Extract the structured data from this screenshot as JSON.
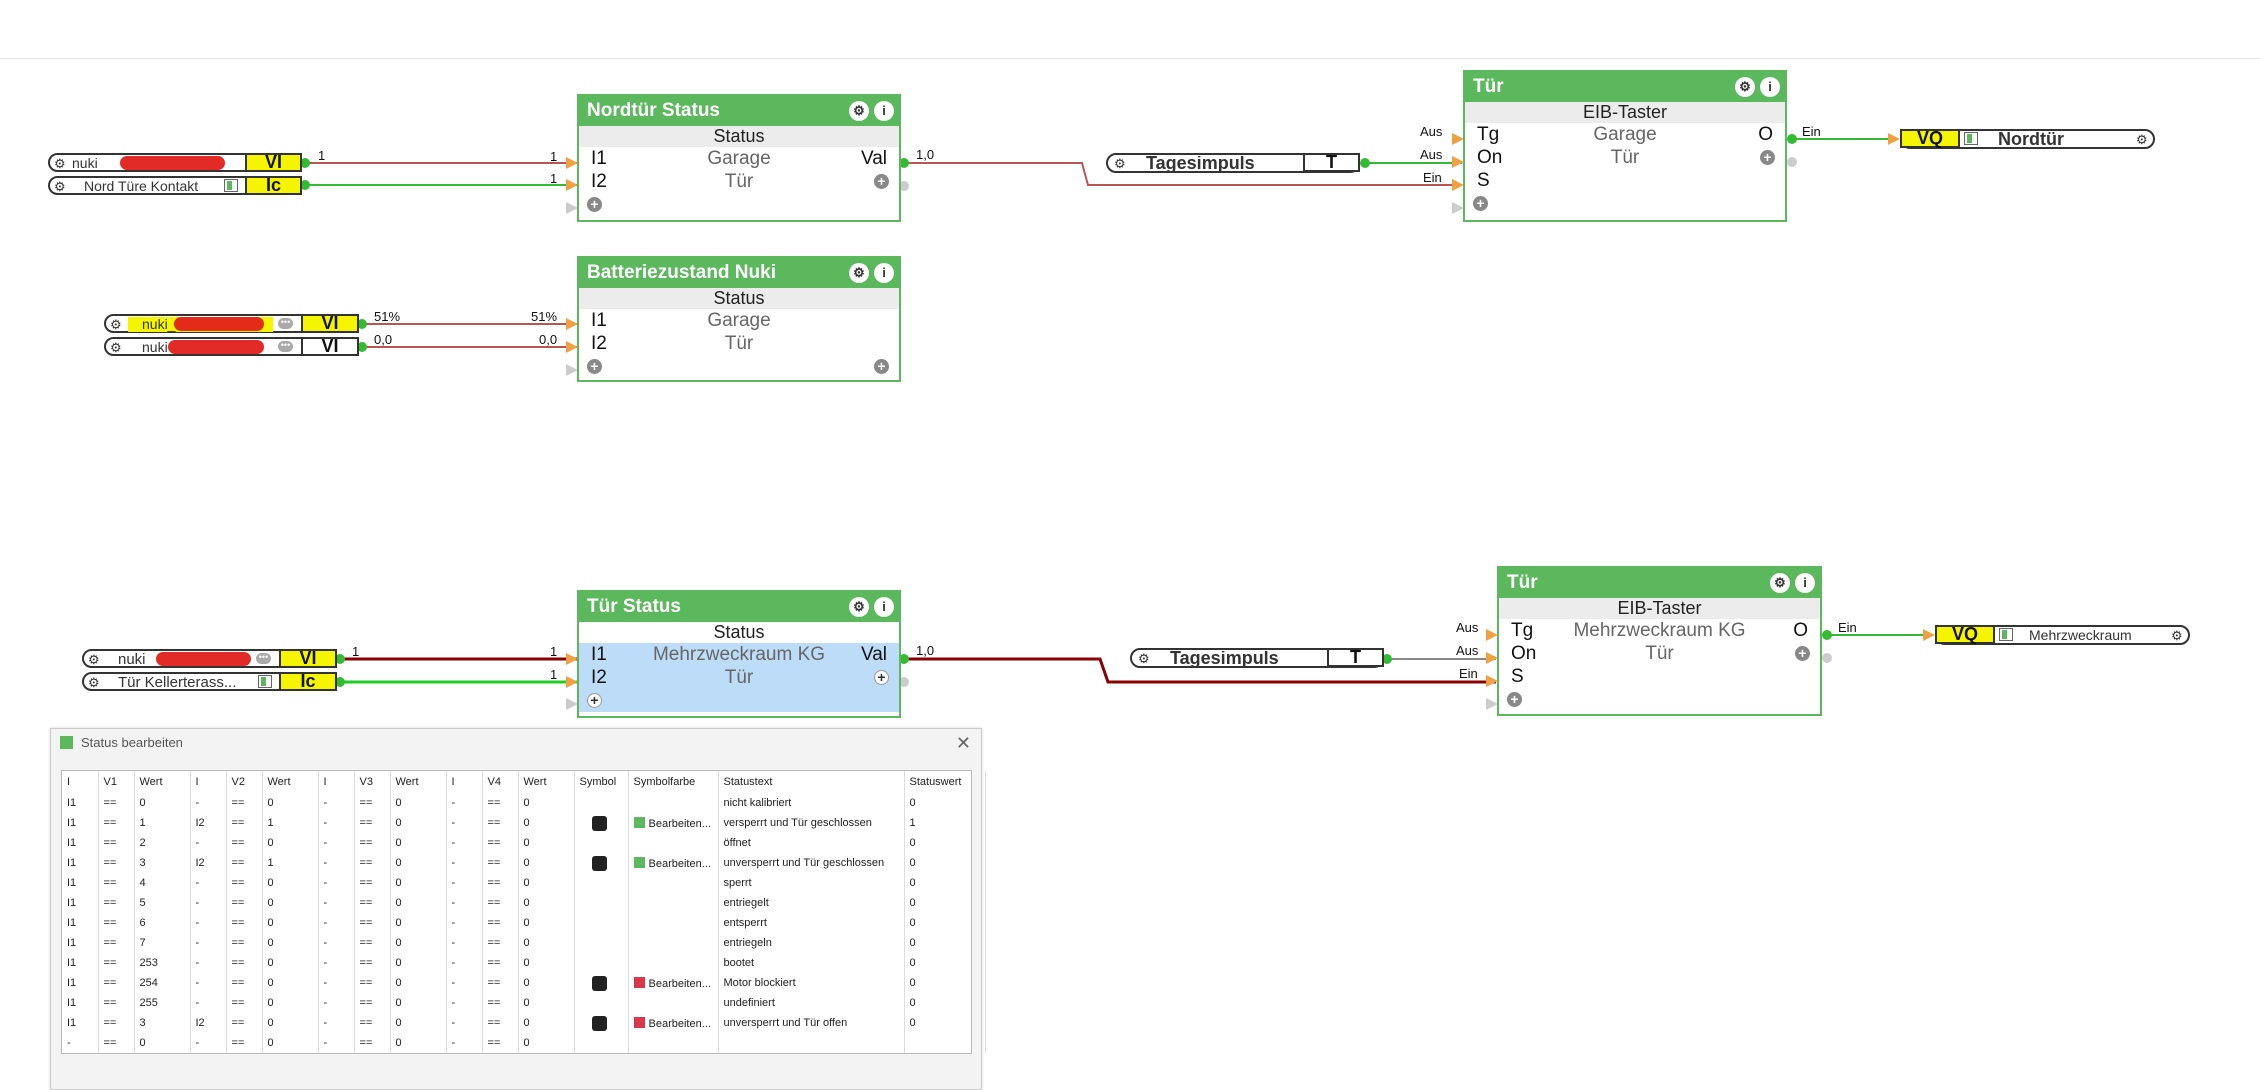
{
  "wires": {
    "l1": "1",
    "l10": "1,0",
    "aus": "Aus",
    "ein": "Ein",
    "p51": "51%",
    "z00": "0,0"
  },
  "inputs": {
    "top1": {
      "name": "nuki_",
      "tag": "VI"
    },
    "top2": {
      "name": "Nord Türe Kontakt",
      "tag": "Ic"
    },
    "bat1": {
      "name": "nuki_",
      "tag": "VI"
    },
    "bat2": {
      "name": "nuki_",
      "tag": "VI"
    },
    "bot1": {
      "name": "nuki_",
      "tag": "VI"
    },
    "bot2": {
      "name": "Tür  Kellerterass...",
      "tag": "Ic"
    }
  },
  "tagesimpuls": {
    "name": "Tagesimpuls",
    "tag": "T"
  },
  "blocks": {
    "nordtuer": {
      "title": "Nordtür Status",
      "sub": "Status",
      "r1l": "I1",
      "r1c": "Garage",
      "r1r": "Val",
      "r2l": "I2",
      "r2c": "Tür"
    },
    "tuer1": {
      "title": "Tür",
      "sub": "EIB-Taster",
      "r1l": "Tg",
      "r1c": "Garage",
      "r1r": "O",
      "r2l": "On",
      "r2c": "Tür",
      "r3l": "S"
    },
    "battery": {
      "title": "Batteriezustand Nuki",
      "sub": "Status",
      "r1l": "I1",
      "r1c": "Garage",
      "r2l": "I2",
      "r2c": "Tür"
    },
    "tuerstatus": {
      "title": "Tür Status",
      "sub": "Status",
      "r1l": "I1",
      "r1c": "Mehrzweckraum KG",
      "r1r": "Val",
      "r2l": "I2",
      "r2c": "Tür"
    },
    "tuer2": {
      "title": "Tür",
      "sub": "EIB-Taster",
      "r1l": "Tg",
      "r1c": "Mehrzweckraum KG",
      "r1r": "O",
      "r2l": "On",
      "r2c": "Tür",
      "r3l": "S"
    }
  },
  "outputs": {
    "top": {
      "tag": "VQ",
      "name": "Nordtür"
    },
    "bottom": {
      "tag": "VQ",
      "name": "Mehrzweckraum"
    }
  },
  "dialog": {
    "title": "Status bearbeiten",
    "columns": [
      "I",
      "V1",
      "Wert",
      "I",
      "V2",
      "Wert",
      "I",
      "V3",
      "Wert",
      "I",
      "V4",
      "Wert",
      "Symbol",
      "Symbolfarbe",
      "Statustext",
      "Statuswert"
    ],
    "rows": [
      [
        "I1",
        "==",
        "0",
        "-",
        "==",
        "0",
        "-",
        "==",
        "0",
        "-",
        "==",
        "0",
        "",
        "",
        "nicht kalibriert",
        "0"
      ],
      [
        "I1",
        "==",
        "1",
        "I2",
        "==",
        "1",
        "-",
        "==",
        "0",
        "-",
        "==",
        "0",
        "lock-icon",
        "green",
        "versperrt und Tür geschlossen",
        "1"
      ],
      [
        "I1",
        "==",
        "2",
        "-",
        "==",
        "0",
        "-",
        "==",
        "0",
        "-",
        "==",
        "0",
        "",
        "",
        "öffnet",
        "0"
      ],
      [
        "I1",
        "==",
        "3",
        "I2",
        "==",
        "1",
        "-",
        "==",
        "0",
        "-",
        "==",
        "0",
        "door-icon",
        "green",
        "unversperrt und Tür geschlossen",
        "0"
      ],
      [
        "I1",
        "==",
        "4",
        "-",
        "==",
        "0",
        "-",
        "==",
        "0",
        "-",
        "==",
        "0",
        "",
        "",
        "sperrt",
        "0"
      ],
      [
        "I1",
        "==",
        "5",
        "-",
        "==",
        "0",
        "-",
        "==",
        "0",
        "-",
        "==",
        "0",
        "",
        "",
        "entriegelt",
        "0"
      ],
      [
        "I1",
        "==",
        "6",
        "-",
        "==",
        "0",
        "-",
        "==",
        "0",
        "-",
        "==",
        "0",
        "",
        "",
        "entsperrt",
        "0"
      ],
      [
        "I1",
        "==",
        "7",
        "-",
        "==",
        "0",
        "-",
        "==",
        "0",
        "-",
        "==",
        "0",
        "",
        "",
        "entriegeln",
        "0"
      ],
      [
        "I1",
        "==",
        "253",
        "-",
        "==",
        "0",
        "-",
        "==",
        "0",
        "-",
        "==",
        "0",
        "",
        "",
        "bootet",
        "0"
      ],
      [
        "I1",
        "==",
        "254",
        "-",
        "==",
        "0",
        "-",
        "==",
        "0",
        "-",
        "==",
        "0",
        "motor-icon",
        "red",
        "Motor blockiert",
        "0"
      ],
      [
        "I1",
        "==",
        "255",
        "-",
        "==",
        "0",
        "-",
        "==",
        "0",
        "-",
        "==",
        "0",
        "",
        "",
        "undefiniert",
        "0"
      ],
      [
        "I1",
        "==",
        "3",
        "I2",
        "==",
        "0",
        "-",
        "==",
        "0",
        "-",
        "==",
        "0",
        "door-icon",
        "red",
        "unversperrt und Tür offen",
        "0"
      ],
      [
        "-",
        "==",
        "0",
        "-",
        "==",
        "0",
        "-",
        "==",
        "0",
        "-",
        "==",
        "0",
        "",
        "",
        "",
        ""
      ]
    ],
    "swatch_label": "Bearbeiten...",
    "colors": {
      "green": "#5cb85c",
      "red": "#d9384a"
    }
  }
}
